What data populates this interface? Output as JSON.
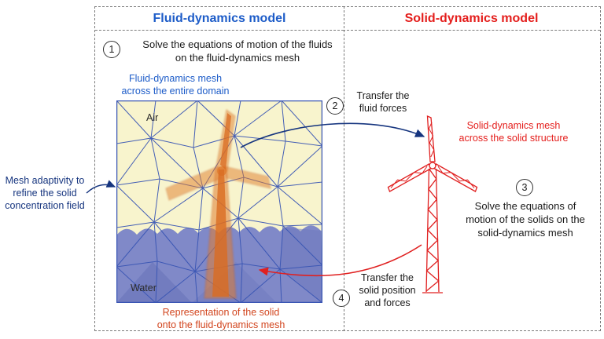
{
  "panels": {
    "fluid": {
      "title": "Fluid-dynamics model"
    },
    "solid": {
      "title": "Solid-dynamics model"
    }
  },
  "steps": {
    "s1": {
      "num": "1",
      "line1": "Solve the equations of motion of the fluids",
      "line2": "on the fluid-dynamics mesh"
    },
    "s2": {
      "num": "2",
      "line1": "Transfer the",
      "line2": "fluid forces"
    },
    "s3": {
      "num": "3",
      "line1": "Solve the equations of",
      "line2": "motion of the solids on the",
      "line3": "solid-dynamics mesh"
    },
    "s4": {
      "num": "4",
      "line1": "Transfer the",
      "line2": "solid position",
      "line3": "and forces"
    }
  },
  "labels": {
    "fluid_mesh": {
      "line1": "Fluid-dynamics mesh",
      "line2": "across the entire domain"
    },
    "solid_mesh": {
      "line1": "Solid-dynamics mesh",
      "line2": "across the solid structure"
    },
    "adaptivity": {
      "line1": "Mesh adaptivity to",
      "line2": "refine the solid",
      "line3": "concentration field"
    },
    "representation": {
      "line1": "Representation of the solid",
      "line2": "onto the fluid-dynamics mesh"
    },
    "air": "Air",
    "water": "Water"
  },
  "colors": {
    "accent_blue": "#1d5cc8",
    "accent_red": "#e41e1c",
    "arrow_navy": "#16357f",
    "caption_orange": "#d2451e",
    "mesh_line": "#3a56b4",
    "air_bg": "#f8f4cd",
    "water_bg": "#8089c8",
    "solid_fill": "#e07c2e"
  }
}
